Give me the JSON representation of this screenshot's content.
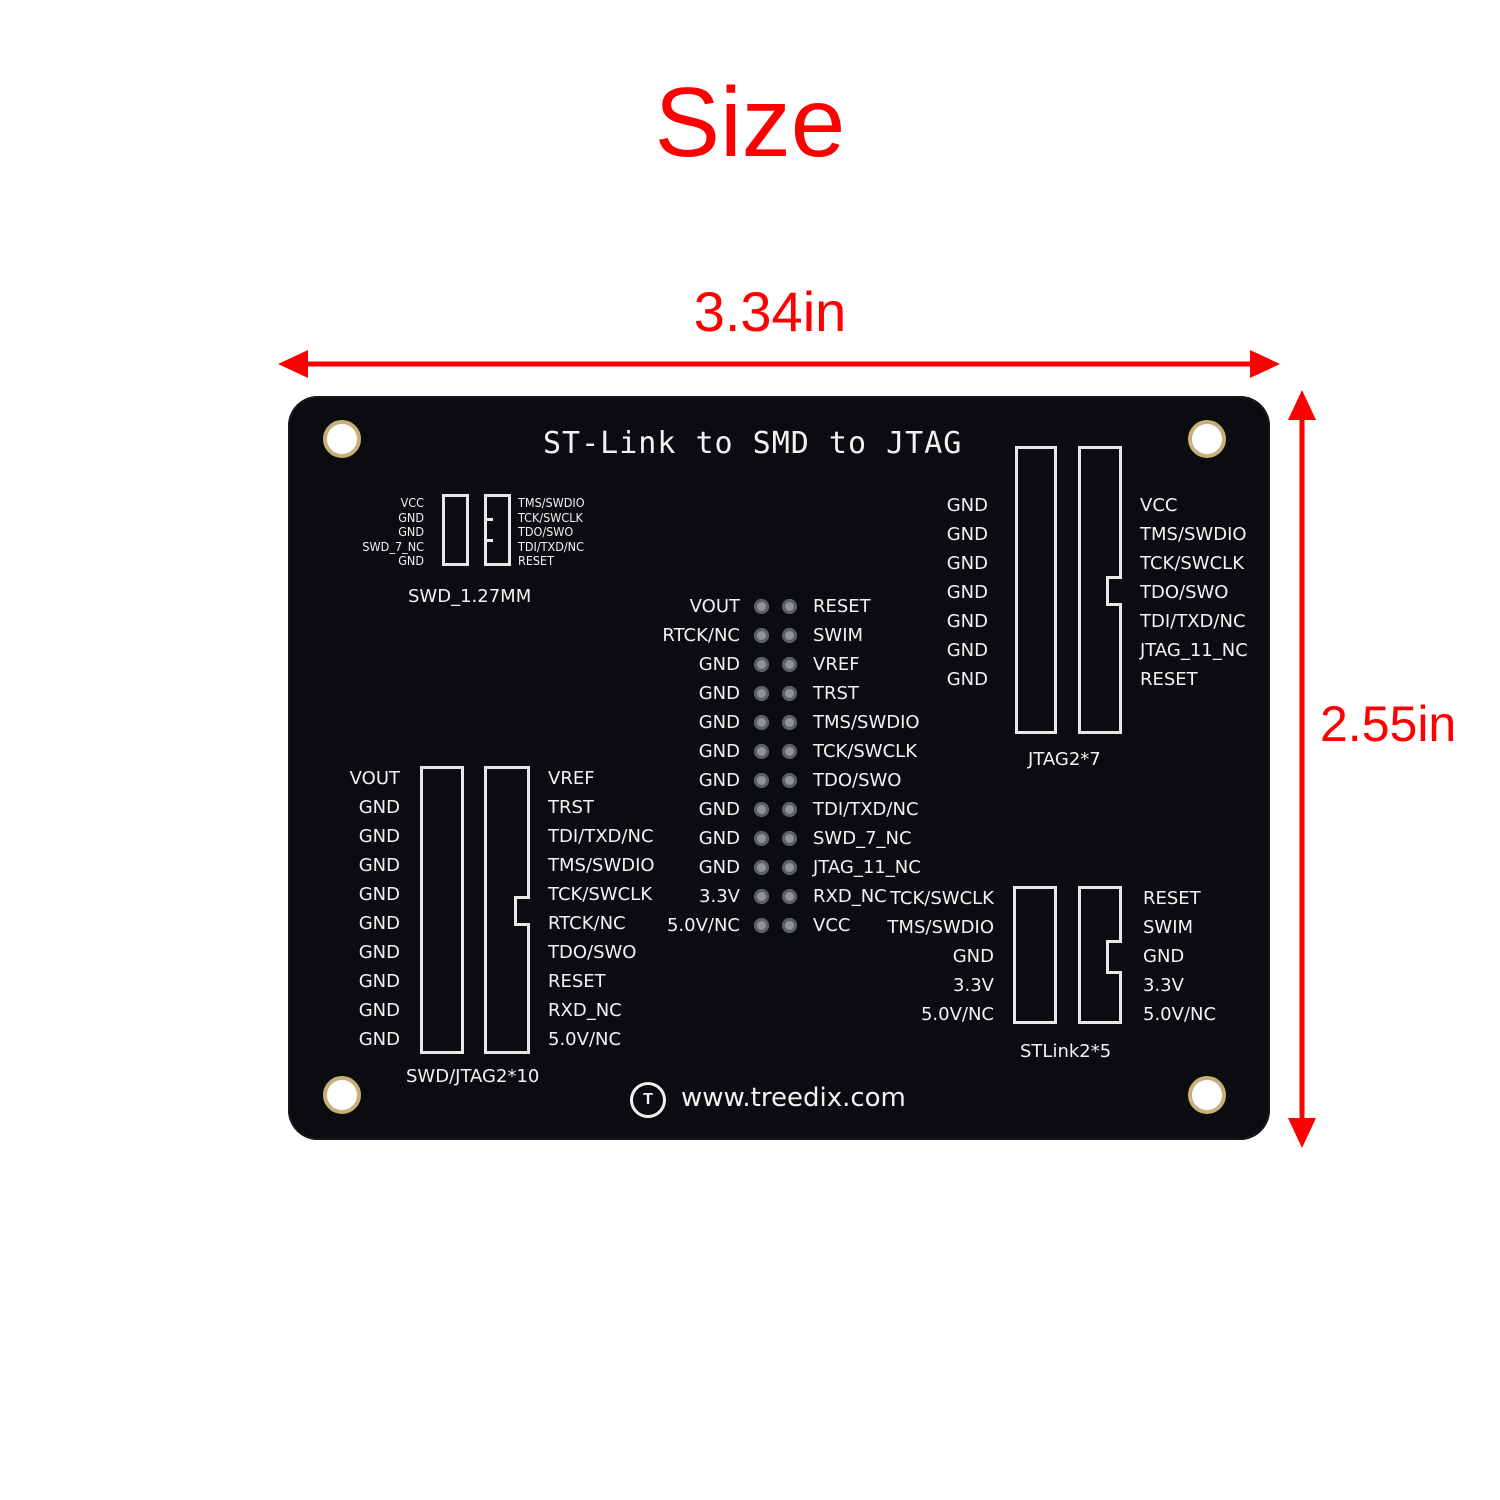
{
  "heading": {
    "title": "Size",
    "width": "3.34in",
    "height": "2.55in"
  },
  "colors": {
    "annotation": "#ff0000",
    "board": "#0a0c0f",
    "silkscreen": "#f2f2f2",
    "pad": "#c9b07a"
  },
  "board": {
    "title": "ST-Link to SMD to JTAG",
    "website": "www.treedix.com",
    "logo_icon": "treedix-logo-icon",
    "swd_127": {
      "caption": "SWD_1.27MM",
      "left": [
        "VCC",
        "GND",
        "GND",
        "SWD_7_NC",
        "GND"
      ],
      "right": [
        "TMS/SWDIO",
        "TCK/SWCLK",
        "TDO/SWO",
        "TDI/TXD/NC",
        "RESET"
      ]
    },
    "jtag_2x7": {
      "caption": "JTAG2*7",
      "left": [
        "GND",
        "GND",
        "GND",
        "GND",
        "GND",
        "GND",
        "GND"
      ],
      "right": [
        "VCC",
        "TMS/SWDIO",
        "TCK/SWCLK",
        "TDO/SWO",
        "TDI/TXD/NC",
        "JTAG_11_NC",
        "RESET"
      ]
    },
    "center_header": {
      "left": [
        "VOUT",
        "RTCK/NC",
        "GND",
        "GND",
        "GND",
        "GND",
        "GND",
        "GND",
        "GND",
        "GND",
        "3.3V",
        "5.0V/NC"
      ],
      "right": [
        "RESET",
        "SWIM",
        "VREF",
        "TRST",
        "TMS/SWDIO",
        "TCK/SWCLK",
        "TDO/SWO",
        "TDI/TXD/NC",
        "SWD_7_NC",
        "JTAG_11_NC",
        "RXD_NC",
        "VCC"
      ]
    },
    "swd_jtag_2x10": {
      "caption": "SWD/JTAG2*10",
      "left": [
        "VOUT",
        "GND",
        "GND",
        "GND",
        "GND",
        "GND",
        "GND",
        "GND",
        "GND",
        "GND"
      ],
      "right": [
        "VREF",
        "TRST",
        "TDI/TXD/NC",
        "TMS/SWDIO",
        "TCK/SWCLK",
        "RTCK/NC",
        "TDO/SWO",
        "RESET",
        "RXD_NC",
        "5.0V/NC"
      ]
    },
    "stlink_2x5": {
      "caption": "STLink2*5",
      "left": [
        "TCK/SWCLK",
        "TMS/SWDIO",
        "GND",
        "3.3V",
        "5.0V/NC"
      ],
      "right": [
        "RESET",
        "SWIM",
        "GND",
        "3.3V",
        "5.0V/NC"
      ]
    }
  }
}
